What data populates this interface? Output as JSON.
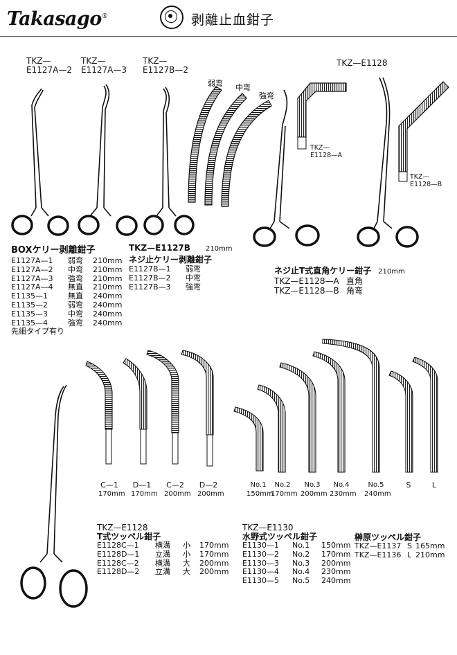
{
  "header": {
    "logo": "Takasago",
    "logo_mark": "®",
    "title": "剥離止血鉗子"
  },
  "top_labels": [
    {
      "l1": "TKZ—",
      "l2": "E1127A—2"
    },
    {
      "l1": "TKZ—",
      "l2": "E1127A—3"
    },
    {
      "l1": "TKZ—",
      "l2": "E1127B—2"
    }
  ],
  "curve_labels": [
    "弱弯",
    "中弯",
    "強弯"
  ],
  "e1128_top": "TKZ—E1128",
  "e1128_callout_a": {
    "l1": "TKZ—",
    "l2": "E1128—A"
  },
  "e1128_callout_b": {
    "l1": "TKZ—",
    "l2": "E1128—B"
  },
  "box_kelly": {
    "title": "BOXケリー剥離鉗子",
    "rows": [
      [
        "E1127A—1",
        "弱弯",
        "210mm"
      ],
      [
        "E1127A—2",
        "中弯",
        "210mm"
      ],
      [
        "E1127A—3",
        "強弯",
        "210mm"
      ],
      [
        "E1127A—4",
        "無直",
        "210mm"
      ],
      [
        "E1135—1",
        "無直",
        "240mm"
      ],
      [
        "E1135—2",
        "弱弯",
        "240mm"
      ],
      [
        "E1135—3",
        "中弯",
        "240mm"
      ],
      [
        "E1135—4",
        "強弯",
        "240mm"
      ]
    ],
    "note": "先細タイプ有り"
  },
  "neji_kelly": {
    "code": "TKZ—E1127B",
    "size": "210mm",
    "title": "ネジ止ケリー剥離鉗子",
    "rows": [
      [
        "E1127B—1",
        "弱弯"
      ],
      [
        "E1127B—2",
        "中弯"
      ],
      [
        "E1127B—3",
        "強弯"
      ]
    ]
  },
  "neji_t": {
    "title": "ネジ止T式直角ケリー鉗子",
    "size": "210mm",
    "rows": [
      [
        "TKZ—E1128—A",
        "直角"
      ],
      [
        "TKZ—E1128—B",
        "角弯"
      ]
    ]
  },
  "tip_labels_left": [
    {
      "code": "C—1",
      "size": "170mm"
    },
    {
      "code": "D—1",
      "size": "170mm"
    },
    {
      "code": "C—2",
      "size": "200mm"
    },
    {
      "code": "D—2",
      "size": "200mm"
    }
  ],
  "tip_labels_right": [
    {
      "code": "No.1",
      "size": "150mm"
    },
    {
      "code": "No.2",
      "size": "170mm"
    },
    {
      "code": "No.3",
      "size": "200mm"
    },
    {
      "code": "No.4",
      "size": "230mm"
    },
    {
      "code": "No.5",
      "size": "240mm"
    },
    {
      "code": "S",
      "size": ""
    },
    {
      "code": "L",
      "size": ""
    }
  ],
  "t_tsuberu": {
    "code": "TKZ—E1128",
    "title": "T式ツッペル鉗子",
    "rows": [
      [
        "E1128C—1",
        "横溝",
        "小",
        "170mm"
      ],
      [
        "E1128D—1",
        "立溝",
        "小",
        "170mm"
      ],
      [
        "E1128C—2",
        "横溝",
        "大",
        "200mm"
      ],
      [
        "E1128D—2",
        "立溝",
        "大",
        "200mm"
      ]
    ]
  },
  "mizuno": {
    "code": "TKZ—E1130",
    "title": "水野式ツッペル鉗子",
    "rows": [
      [
        "E1130—1",
        "No.1",
        "150mm"
      ],
      [
        "E1130—2",
        "No.2",
        "170mm"
      ],
      [
        "E1130—3",
        "No.3",
        "200mm"
      ],
      [
        "E1130—4",
        "No.4",
        "230mm"
      ],
      [
        "E1130—5",
        "No.5",
        "240mm"
      ]
    ]
  },
  "sakakibara": {
    "title": "榊原ツッペル鉗子",
    "rows": [
      [
        "TKZ—E1137",
        "S",
        "165mm"
      ],
      [
        "TKZ—E1136",
        "L",
        "210mm"
      ]
    ]
  }
}
